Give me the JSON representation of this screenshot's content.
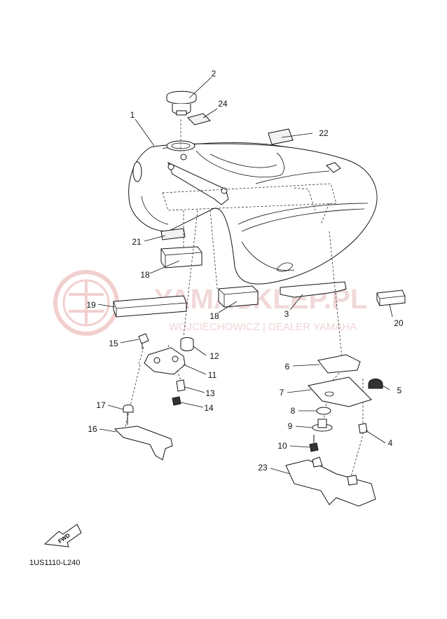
{
  "diagram": {
    "code": "1US1110-L240",
    "fwd_label": "FWD",
    "watermark": {
      "title": "YAMASKLEP.PL",
      "subtitle": "WOJCIECHOWICZ | DEALER YAMAHA"
    },
    "callouts": [
      {
        "id": "c1",
        "label": "1"
      },
      {
        "id": "c2",
        "label": "2"
      },
      {
        "id": "c3",
        "label": "3"
      },
      {
        "id": "c4",
        "label": "4"
      },
      {
        "id": "c5",
        "label": "5"
      },
      {
        "id": "c6",
        "label": "6"
      },
      {
        "id": "c7",
        "label": "7"
      },
      {
        "id": "c8",
        "label": "8"
      },
      {
        "id": "c9",
        "label": "9"
      },
      {
        "id": "c10",
        "label": "10"
      },
      {
        "id": "c11",
        "label": "11"
      },
      {
        "id": "c12",
        "label": "12"
      },
      {
        "id": "c13",
        "label": "13"
      },
      {
        "id": "c14",
        "label": "14"
      },
      {
        "id": "c15",
        "label": "15"
      },
      {
        "id": "c16",
        "label": "16"
      },
      {
        "id": "c17",
        "label": "17"
      },
      {
        "id": "c18a",
        "label": "18"
      },
      {
        "id": "c18b",
        "label": "18"
      },
      {
        "id": "c19",
        "label": "19"
      },
      {
        "id": "c20",
        "label": "20"
      },
      {
        "id": "c21",
        "label": "21"
      },
      {
        "id": "c22",
        "label": "22"
      },
      {
        "id": "c23",
        "label": "23"
      },
      {
        "id": "c24",
        "label": "24"
      }
    ]
  }
}
